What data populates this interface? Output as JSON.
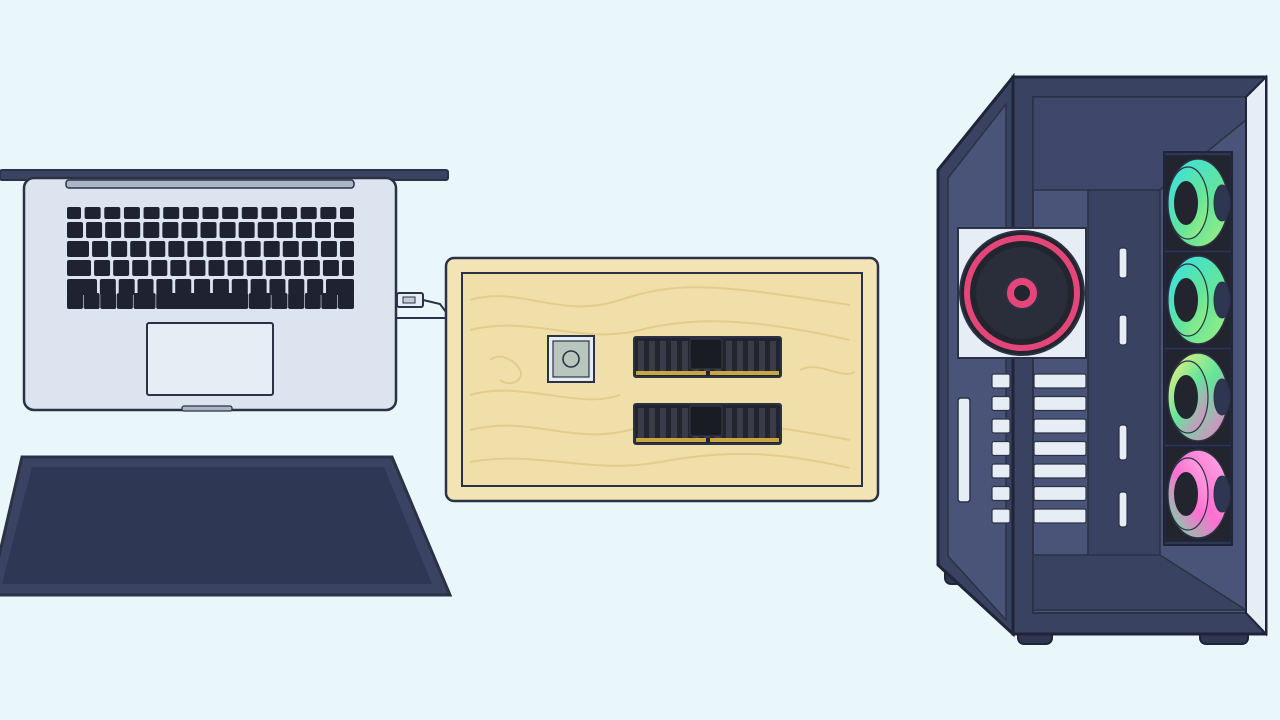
{
  "scene": {
    "background": "#e9f6fa",
    "items": [
      "laptop",
      "laptop-lid",
      "usb-cable",
      "wooden-board",
      "power-button",
      "ram-stick",
      "ram-stick",
      "pc-case",
      "case-fan",
      "rgb-fan",
      "rgb-fan",
      "rgb-fan",
      "rgb-fan"
    ]
  },
  "colors": {
    "outline": "#2b3245",
    "laptop_body": "#dbe4ef",
    "keys": "#1f2230",
    "lid": "#3a4462",
    "board": "#f3e4b5",
    "ram": "#23252e",
    "ram_contacts": "#c9a640",
    "case": "#3a4262",
    "case_dark": "#2f3652",
    "case_glass": "#4a5478",
    "fan_red": "#e4467a",
    "fan_cyan": "#35e0e6",
    "fan_green": "#64e59a",
    "fan_pink": "#ff6fd2",
    "fan_yellow": "#f6f37a"
  }
}
